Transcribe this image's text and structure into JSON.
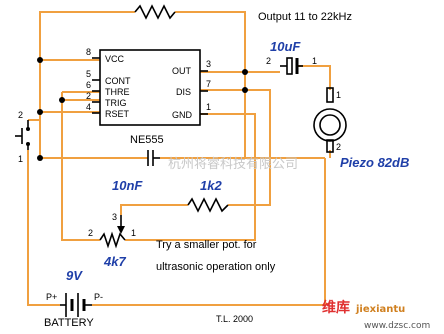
{
  "ic": {
    "name": "NE555",
    "left_pins": [
      {
        "num": "8",
        "label": "VCC"
      },
      {
        "num": "5",
        "label": "CONT"
      },
      {
        "num": "6",
        "label": "THRE"
      },
      {
        "num": "2",
        "label": "TRIG"
      },
      {
        "num": "4",
        "label": "RSET"
      }
    ],
    "right_pins": [
      {
        "num": "3",
        "label": "OUT"
      },
      {
        "num": "7",
        "label": "DIS"
      },
      {
        "num": "1",
        "label": "GND"
      }
    ]
  },
  "labels": {
    "output": "Output 11 to 22kHz",
    "cap_out": "10uF",
    "piezo": "Piezo 82dB",
    "cap_timing": "10nF",
    "res_bottom": "1k2",
    "pot": "4k7",
    "note_line1": "Try a smaller pot. for",
    "note_line2": "ultrasonic operation only",
    "battery_v": "9V",
    "battery": "BATTERY",
    "batt_pos": "P+",
    "batt_neg": "P-",
    "credit": "T.L. 2000"
  },
  "pin_numbers": {
    "cap_pin2": "2",
    "cap_pin1": "1",
    "switch_pin2": "2",
    "switch_pin1": "1",
    "piezo_pin1": "1",
    "piezo_pin2": "2",
    "pot_pin2": "2",
    "pot_pin1": "1",
    "pot_pin3": "3"
  },
  "watermark": {
    "center": "杭州将睿科技有限公司",
    "corner_top": "维库",
    "corner_site": "jiexiantu",
    "corner_url": "www.dzsc.com"
  }
}
